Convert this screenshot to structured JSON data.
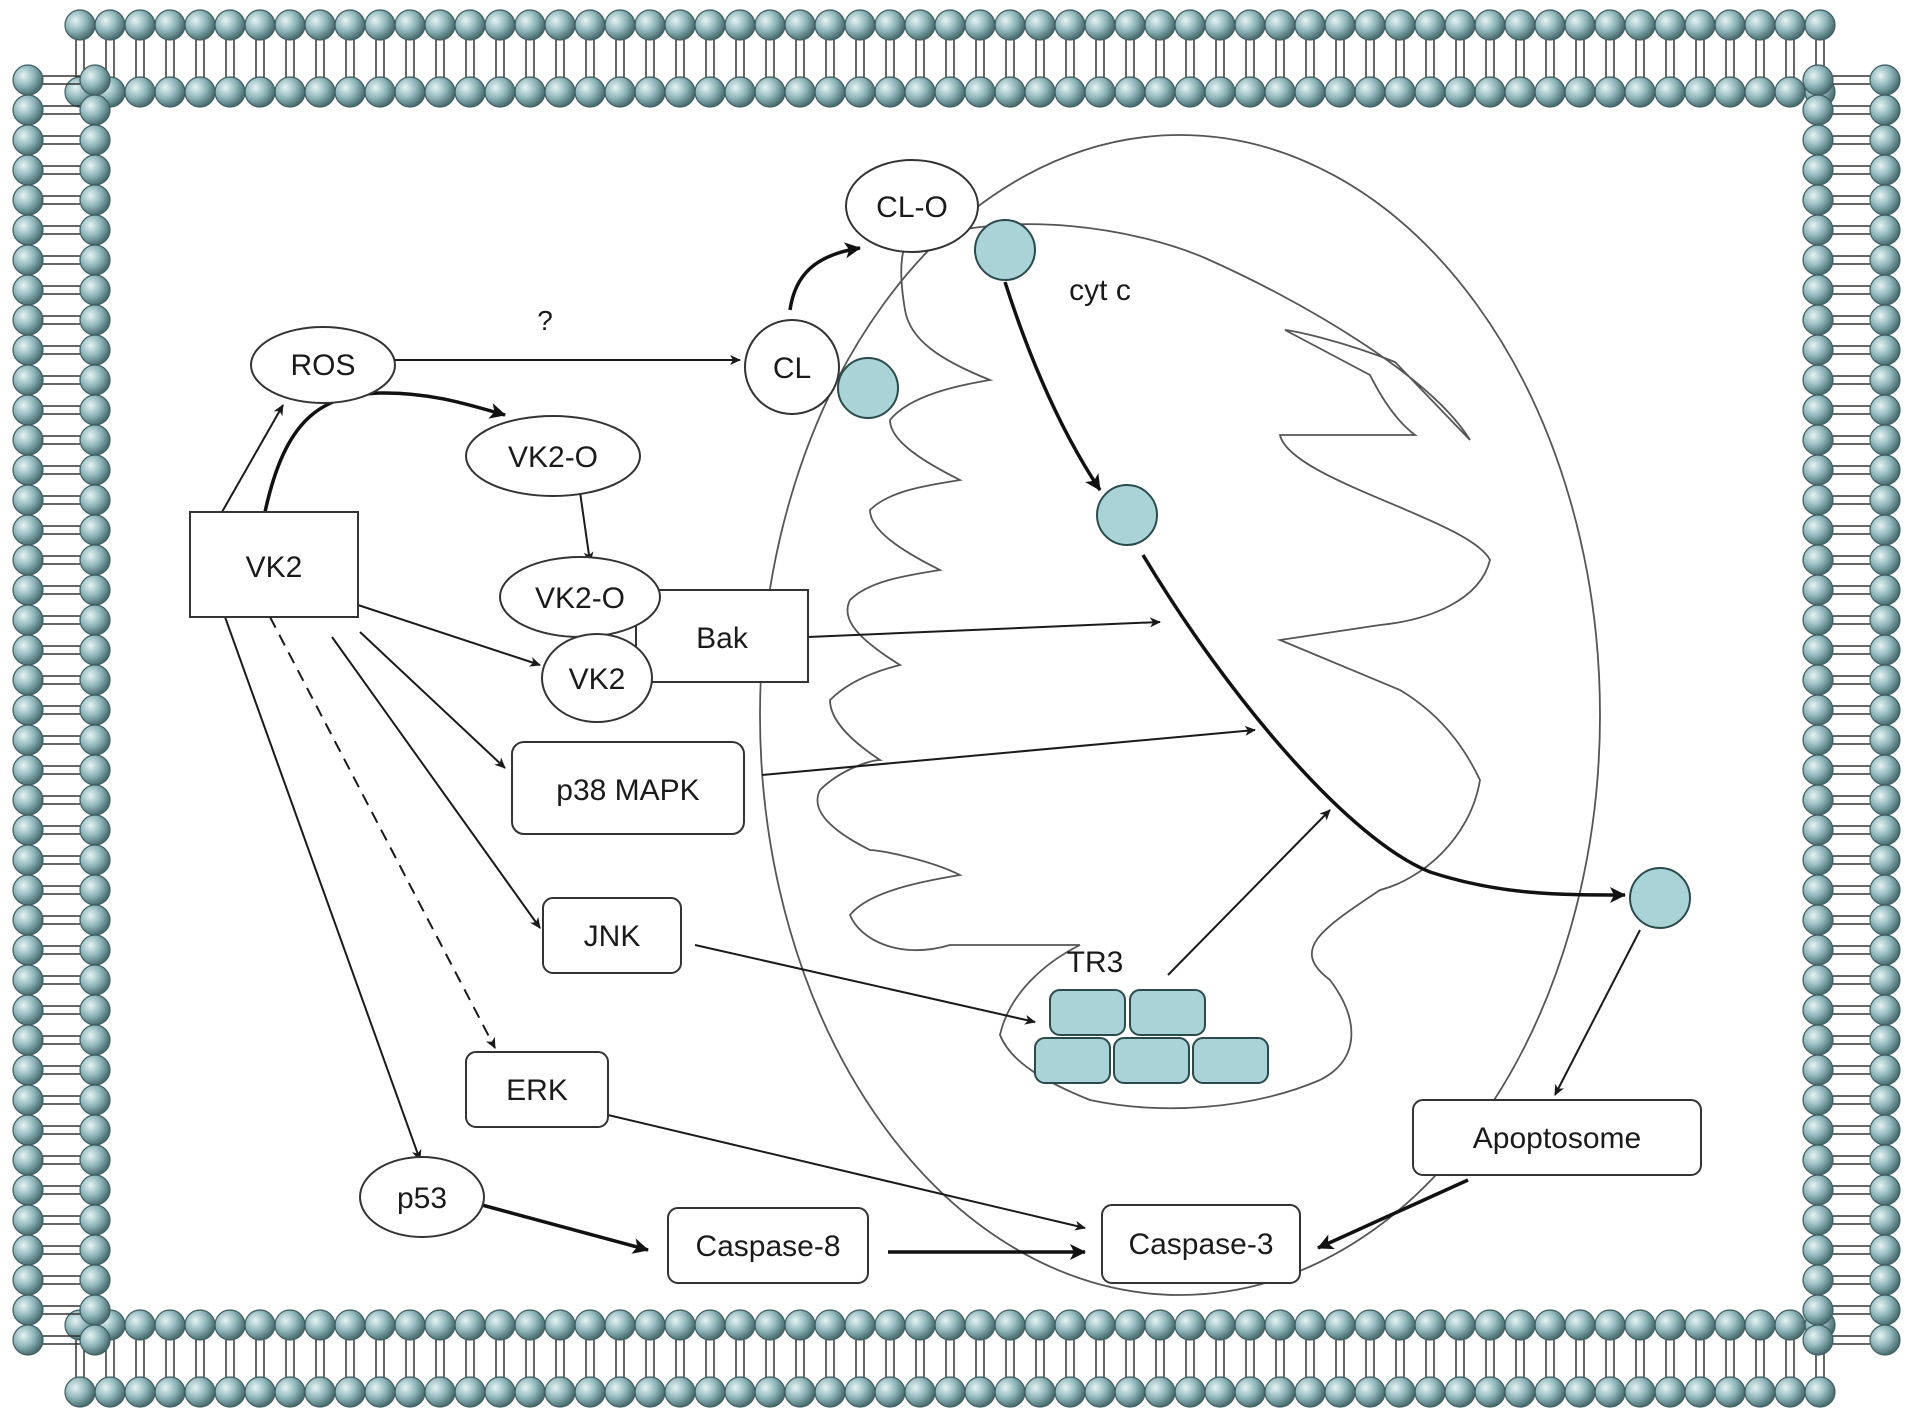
{
  "labels": {
    "vk2_main": "VK2",
    "ros": "ROS",
    "question": "?",
    "cl": "CL",
    "cl_o": "CL-O",
    "cyt_c": "cyt c",
    "vk2_o_top": "VK2-O",
    "vk2_o_complex": "VK2-O",
    "vk2_complex": "VK2",
    "bak": "Bak",
    "p38": "p38 MAPK",
    "jnk": "JNK",
    "erk": "ERK",
    "p53": "p53",
    "tr3": "TR3",
    "caspase8": "Caspase-8",
    "caspase3": "Caspase-3",
    "apoptosome": "Apoptosome"
  },
  "colors": {
    "membrane_bead": "#8fb6ba",
    "cytc_fill": "#a9d3d6",
    "tr3_fill": "#a9d3d6",
    "line": "#1a1a1a"
  }
}
